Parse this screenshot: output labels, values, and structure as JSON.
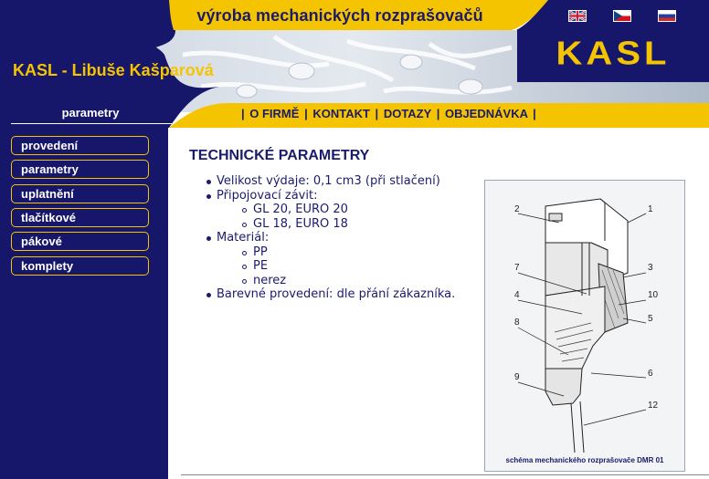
{
  "header": {
    "tagline": "výroba mechanických rozprašovačů",
    "company_name": "KASL - Libuše Kašparová",
    "logo_text": "KASL",
    "flags": [
      "uk-flag-icon",
      "czech-flag-icon",
      "russian-flag-icon"
    ]
  },
  "colors": {
    "navy": "#16166a",
    "yellow": "#f5c400",
    "text": "#1b1b6c"
  },
  "sidebar": {
    "title": "parametry",
    "items": [
      {
        "label": "provedení"
      },
      {
        "label": "parametry"
      },
      {
        "label": "uplatnění"
      },
      {
        "label": "tlačítkové"
      },
      {
        "label": "pákové"
      },
      {
        "label": "komplety"
      }
    ]
  },
  "topnav": {
    "items": [
      {
        "label": "O FIRMĚ"
      },
      {
        "label": "KONTAKT"
      },
      {
        "label": "DOTAZY"
      },
      {
        "label": "OBJEDNÁVKA"
      }
    ],
    "separator": "|"
  },
  "main": {
    "title": "TECHNICKÉ PARAMETRY",
    "params": {
      "dose": "Velikost výdaje: 0,1 cm3 (při stlačení)",
      "thread_label": "Připojovací závit:",
      "threads": [
        "GL 20, EURO 20",
        "GL 18, EURO 18"
      ],
      "material_label": "Materiál:",
      "materials": [
        "PP",
        "PE",
        "nerez"
      ],
      "color": "Barevné provedení: dle přání zákazníka."
    }
  },
  "diagram": {
    "caption": "schéma mechanického rozprašovače DMR 01",
    "callouts": {
      "n1": "1",
      "n2": "2",
      "n3": "3",
      "n4": "4",
      "n5": "5",
      "n6": "6",
      "n7": "7",
      "n8": "8",
      "n9": "9",
      "n10": "10",
      "n12": "12"
    }
  }
}
